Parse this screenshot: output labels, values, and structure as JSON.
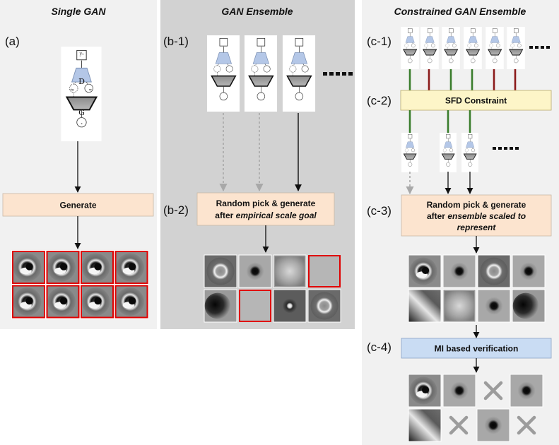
{
  "panels": {
    "single": {
      "title": "Single GAN"
    },
    "ensemble": {
      "title": "GAN Ensemble"
    },
    "constrained": {
      "title": "Constrained GAN Ensemble"
    }
  },
  "labels": {
    "a": "(a)",
    "b1": "(b-1)",
    "b2": "(b-2)",
    "c1": "(c-1)",
    "c2": "(c-2)",
    "c3": "(c-3)",
    "c4": "(c-4)"
  },
  "boxes": {
    "generate": "Generate",
    "random_line1": "Random pick & generate",
    "random_line2_prefix": "after ",
    "random_line2_italic": "empirical scale goal",
    "sfd": "SFD Constraint",
    "c3_line1": "Random pick & generate",
    "c3_line2_prefix": "after ",
    "c3_line2_italic": "ensemble scaled to",
    "c3_line3_italic": "represent",
    "mi": "MI based verification"
  },
  "gan_glyphs": {
    "y": "y₁",
    "d": "D",
    "g": "G",
    "xg": "x̃g",
    "xr": "xr",
    "z": "z"
  },
  "colors": {
    "panel_bg": "#f1f1f1",
    "panel_mid_bg": "#d2d2d2",
    "box_orange": "#fce4cf",
    "box_yellow": "#fdf5c8",
    "box_blue": "#c9dcf3",
    "d_blue": "#b4c7e7",
    "g_gray": "#a6a6a6",
    "green": "#3a7d2c",
    "dark_red": "#8b1a1a",
    "red_frame": "#e00000",
    "cross_gray": "#9c9c9c"
  }
}
